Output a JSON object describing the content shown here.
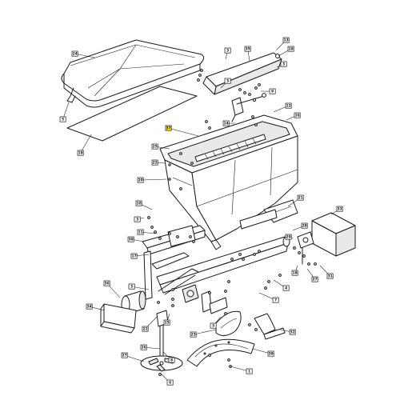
{
  "callouts": [
    {
      "id": "c1",
      "text": "24"
    },
    {
      "id": "c2",
      "text": "3"
    },
    {
      "id": "c3",
      "text": "35"
    },
    {
      "id": "c4",
      "text": "13"
    },
    {
      "id": "c5",
      "text": "18"
    },
    {
      "id": "c6",
      "text": "3"
    },
    {
      "id": "c7",
      "text": "9"
    },
    {
      "id": "c8",
      "text": "3"
    },
    {
      "id": "c9",
      "text": "12"
    },
    {
      "id": "c10",
      "text": "16"
    },
    {
      "id": "c11",
      "text": "14"
    },
    {
      "id": "c12",
      "text": "37"
    },
    {
      "id": "c13",
      "text": "5"
    },
    {
      "id": "c14",
      "text": "19"
    },
    {
      "id": "c15",
      "text": "25"
    },
    {
      "id": "c16",
      "text": "22"
    },
    {
      "id": "c17",
      "text": "20"
    },
    {
      "id": "c18",
      "text": "10"
    },
    {
      "id": "c19",
      "text": "3"
    },
    {
      "id": "c20",
      "text": "11"
    },
    {
      "id": "c21",
      "text": "21"
    },
    {
      "id": "c22",
      "text": "33"
    },
    {
      "id": "c23",
      "text": "28"
    },
    {
      "id": "c24",
      "text": "29"
    },
    {
      "id": "c25",
      "text": "30"
    },
    {
      "id": "c26",
      "text": "17"
    },
    {
      "id": "c27",
      "text": "18"
    },
    {
      "id": "c28",
      "text": "27"
    },
    {
      "id": "c29",
      "text": "31"
    },
    {
      "id": "c30",
      "text": "4"
    },
    {
      "id": "c31",
      "text": "36"
    },
    {
      "id": "c32",
      "text": "3"
    },
    {
      "id": "c33",
      "text": "7"
    },
    {
      "id": "c34",
      "text": "34"
    },
    {
      "id": "c35",
      "text": "22"
    },
    {
      "id": "c36",
      "text": "15"
    },
    {
      "id": "c37",
      "text": "23"
    },
    {
      "id": "c38",
      "text": "3"
    },
    {
      "id": "c39",
      "text": "26"
    },
    {
      "id": "c40",
      "text": "32"
    },
    {
      "id": "c41",
      "text": "27"
    },
    {
      "id": "c42",
      "text": "39"
    },
    {
      "id": "c43",
      "text": "8"
    },
    {
      "id": "c44",
      "text": "6"
    },
    {
      "id": "c45",
      "text": "1"
    }
  ],
  "highlight_color": "#fff200"
}
